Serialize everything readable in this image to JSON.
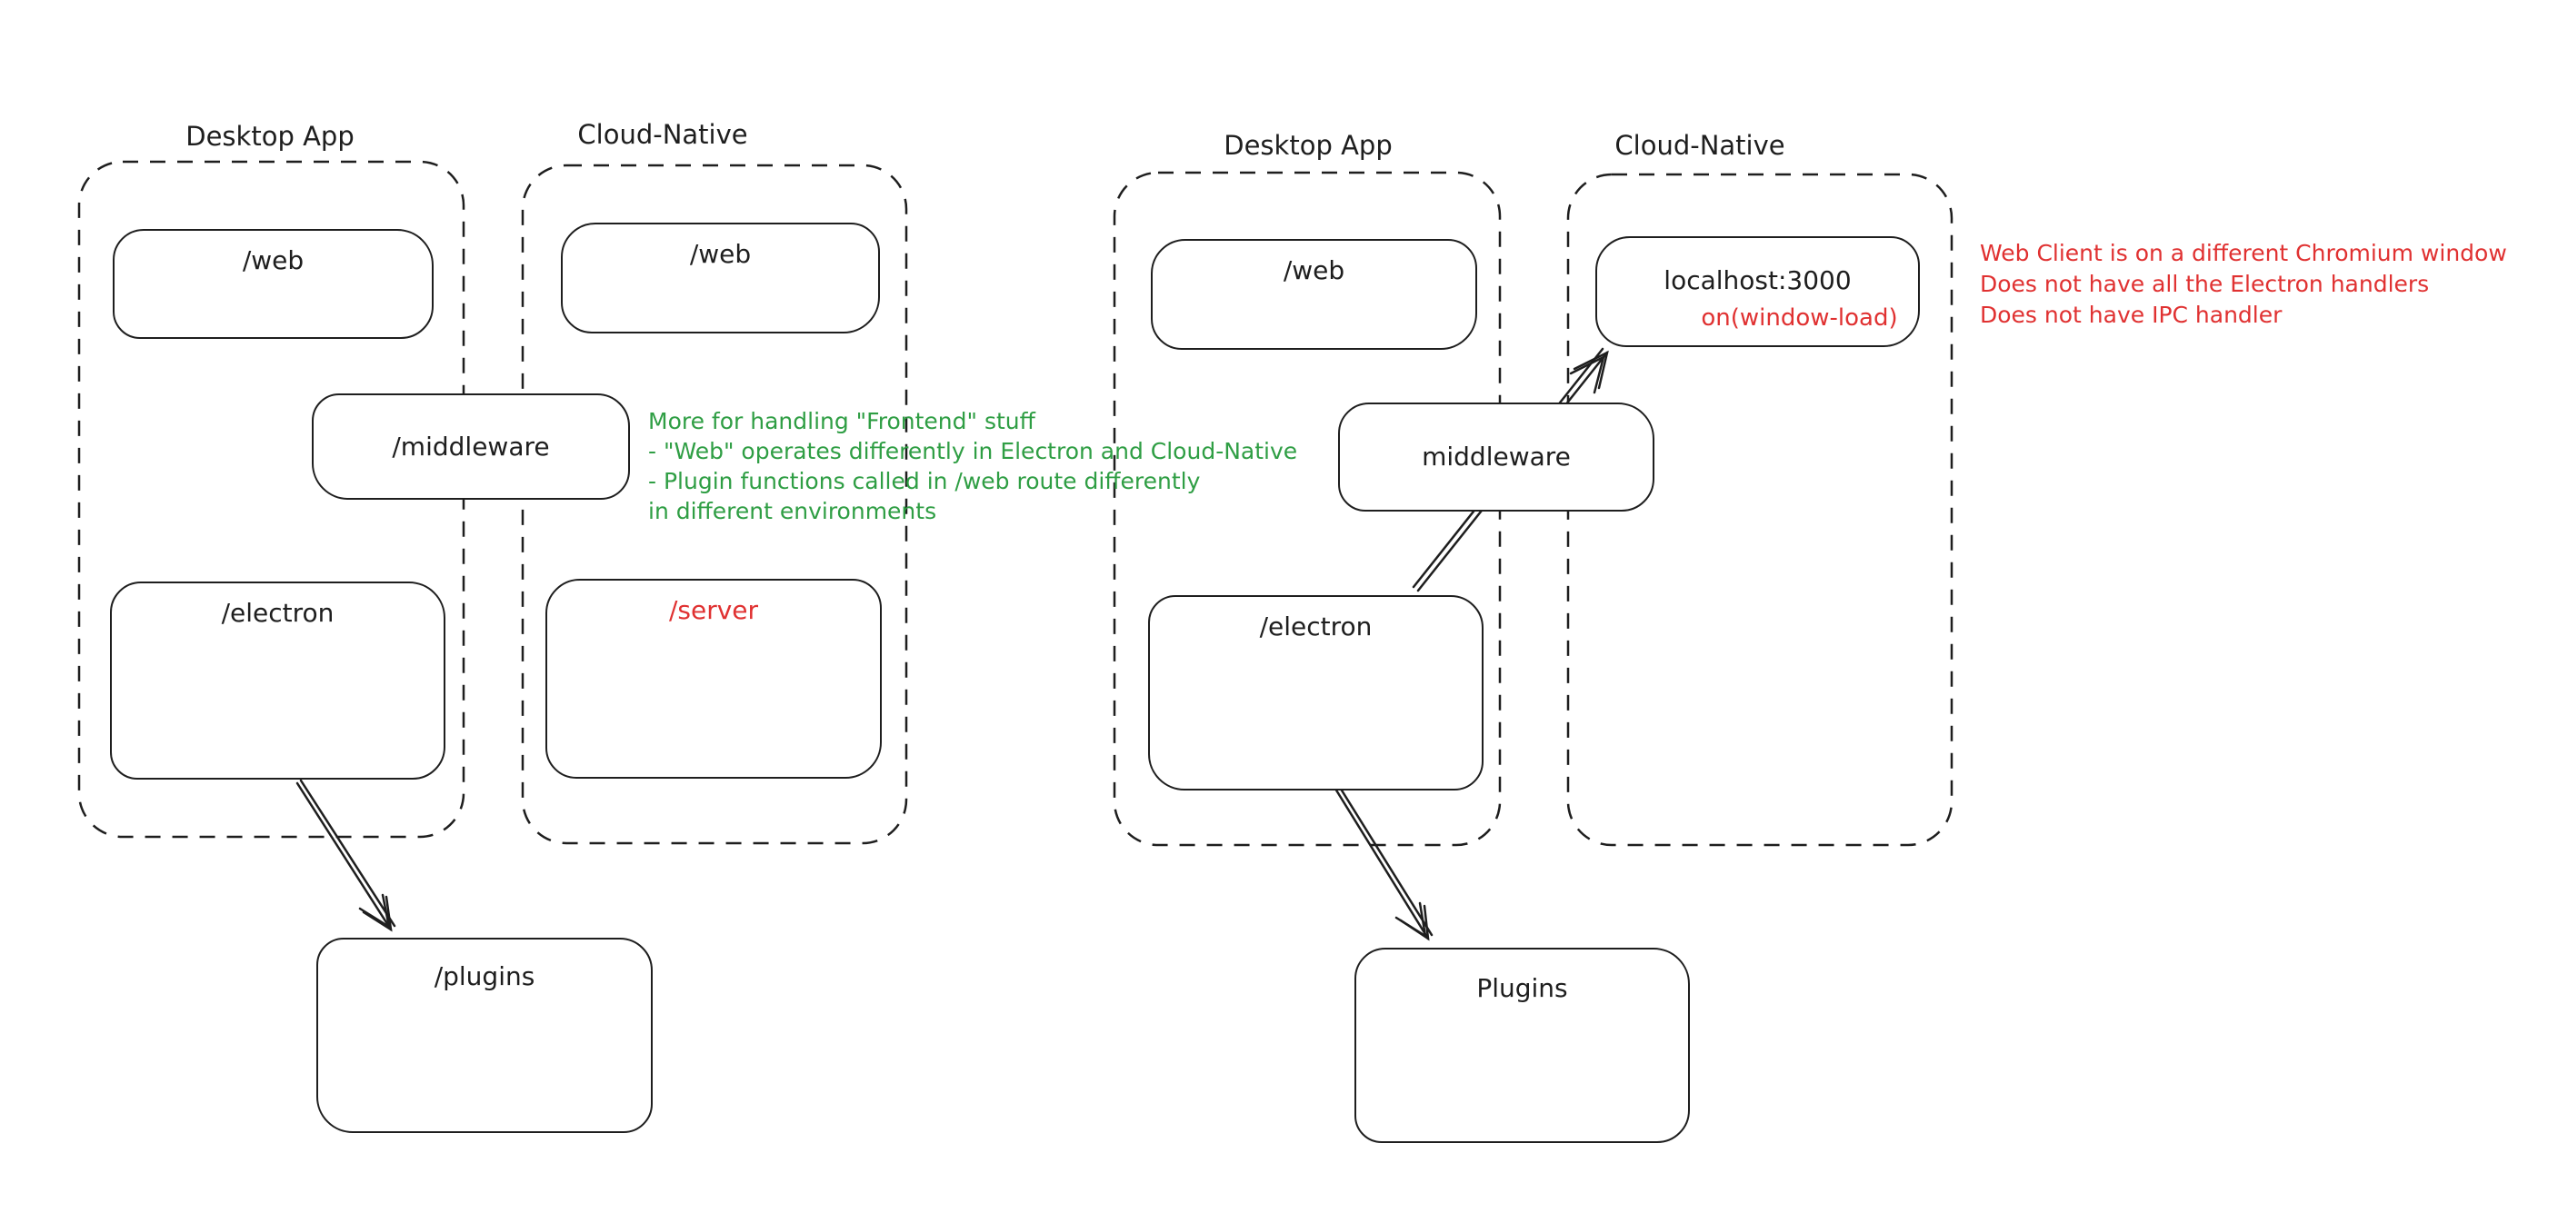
{
  "palette": {
    "ink": "#1e1e1e",
    "red": "#e03131",
    "green": "#2f9e44",
    "background": "#ffffff"
  },
  "left_diagram": {
    "desktop_label": "Desktop App",
    "cloud_label": "Cloud-Native",
    "nodes": {
      "web_desktop": "/web",
      "web_cloud": "/web",
      "middleware": "/middleware",
      "electron": "/electron",
      "server": "/server",
      "plugins": "/plugins"
    },
    "note_lines": [
      "More for handling \"Frontend\" stuff",
      "- \"Web\" operates differently in Electron and Cloud-Native",
      "- Plugin functions called in /web route differently",
      "in different environments"
    ]
  },
  "right_diagram": {
    "desktop_label": "Desktop App",
    "cloud_label": "Cloud-Native",
    "nodes": {
      "web_desktop": "/web",
      "middleware": "middleware",
      "electron": "/electron",
      "localhost_title": "localhost:3000",
      "localhost_event": "on(window-load)",
      "plugins": "Plugins"
    },
    "note_lines": [
      "Web Client is on a different Chromium window",
      "Does not have all the Electron handlers",
      "Does not have IPC handler"
    ]
  }
}
